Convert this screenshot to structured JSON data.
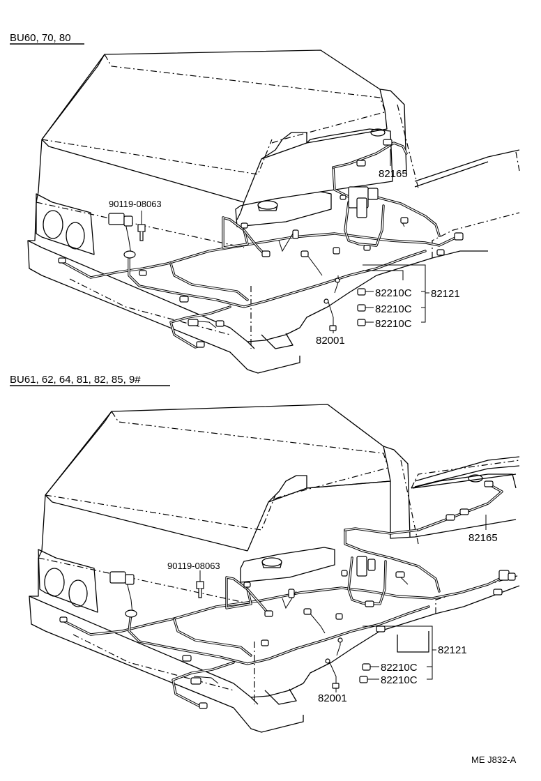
{
  "diagram_a": {
    "heading": "BU60, 70, 80",
    "labels": {
      "bolt": "90119-08063",
      "p82165": "82165",
      "p82121": "82121",
      "p82210_1": "82210C",
      "p82210_2": "82210C",
      "p82210_3": "82210C",
      "p82001": "82001"
    }
  },
  "diagram_b": {
    "heading": "BU61, 62, 64, 81, 82, 85, 9#",
    "labels": {
      "bolt": "90119-08063",
      "p82165": "82165",
      "p82121": "82121",
      "p82210_1": "82210C",
      "p82210_2": "82210C",
      "p82001": "82001"
    }
  },
  "figure_code": "ME J832-A"
}
